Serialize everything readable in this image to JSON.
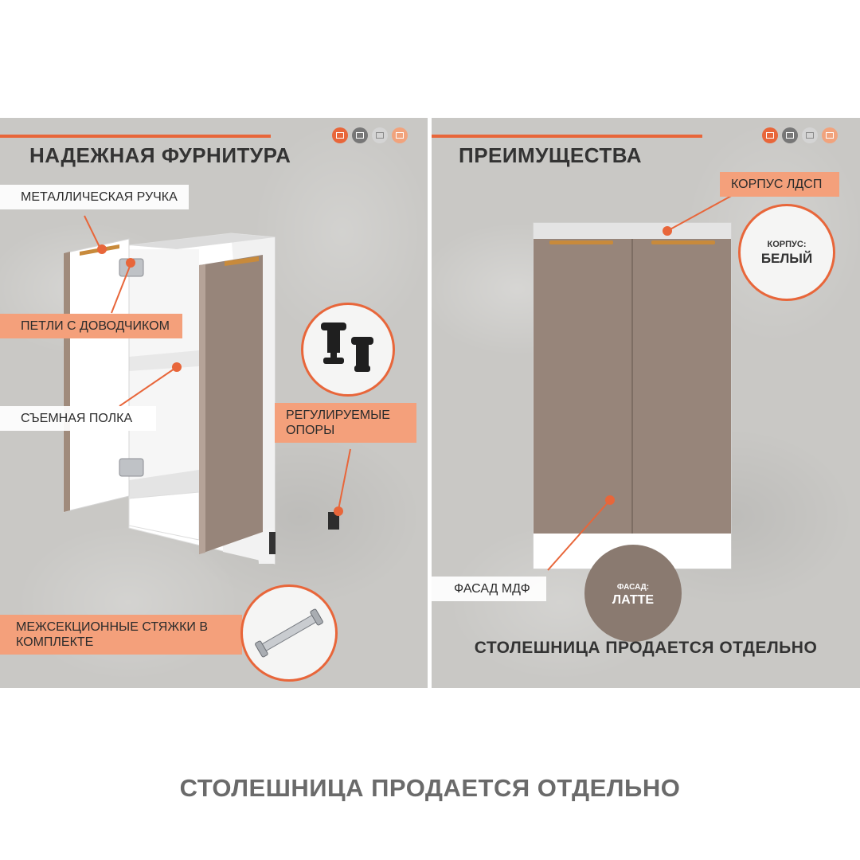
{
  "left_panel": {
    "heading": "НАДЕЖНАЯ ФУРНИТУРА",
    "labels": {
      "handle": "МЕТАЛЛИЧЕСКАЯ РУЧКА",
      "hinges": "ПЕТЛИ С ДОВОДЧИКОМ",
      "shelf": "СЪЕМНАЯ ПОЛКА",
      "legs": "РЕГУЛИРУЕМЫЕ ОПОРЫ",
      "connectors": "МЕЖСЕКЦИОННЫЕ СТЯЖКИ В КОМПЛЕКТЕ"
    }
  },
  "right_panel": {
    "heading": "ПРЕИМУЩЕСТВА",
    "labels": {
      "body": "КОРПУС ЛДСП",
      "facade": "ФАСАД МДФ"
    },
    "body_swatch": {
      "caption": "КОРПУС:",
      "value": "БЕЛЫЙ"
    },
    "facade_swatch": {
      "caption": "ФАСАД:",
      "value": "ЛАТТЕ"
    },
    "caption": "СТОЛЕШНИЦА ПРОДАЕТСЯ ОТДЕЛЬНО"
  },
  "bottom_caption": "СТОЛЕШНИЦА ПРОДАЕТСЯ ОТДЕЛЬНО",
  "colors": {
    "accent": "#e8663a",
    "label_orange": "#f4a07b",
    "facade_latte": "#97857a",
    "background_concrete": "#c9c8c5"
  },
  "icons": [
    "layout-icon",
    "door-icon",
    "drawer-icon",
    "grid-icon"
  ]
}
